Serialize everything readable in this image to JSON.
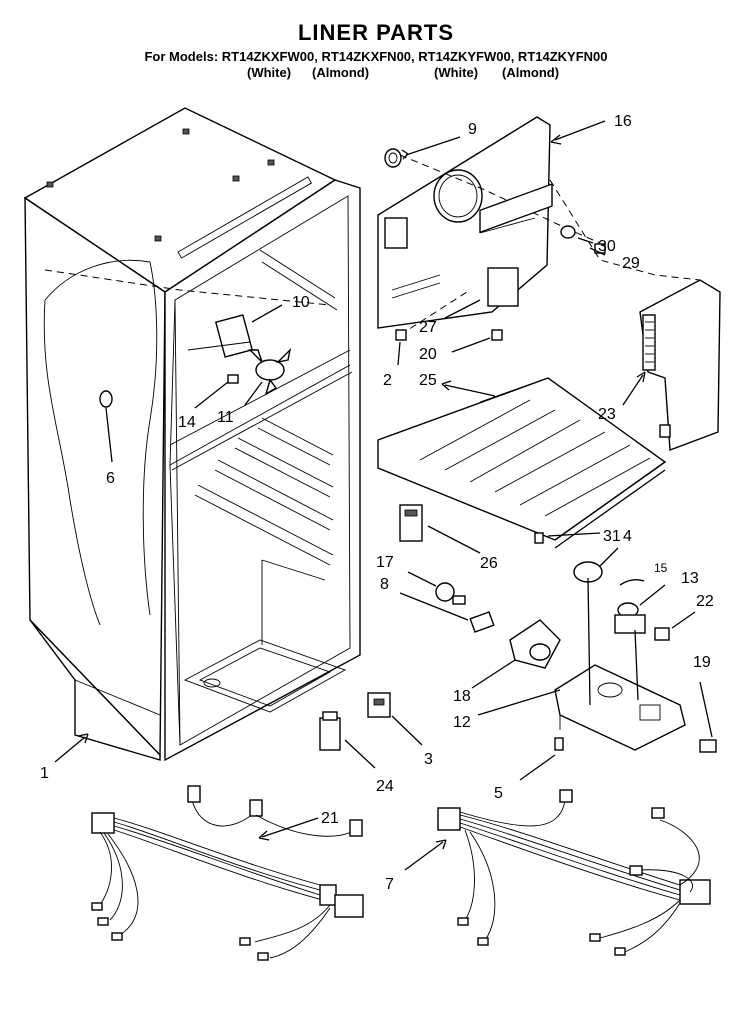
{
  "title": "LINER PARTS",
  "models_line": "For Models: RT14ZKXFW00, RT14ZKXFN00, RT14ZKYFW00, RT14ZKYFN00",
  "variants": [
    "(White)",
    "(Almond)",
    "(White)",
    "(Almond)"
  ],
  "callouts": {
    "c1": "1",
    "c2": "2",
    "c3": "3",
    "c4": "4",
    "c5": "5",
    "c6": "6",
    "c7": "7",
    "c8": "8",
    "c9": "9",
    "c10": "10",
    "c11": "11",
    "c12": "12",
    "c13": "13",
    "c14": "14",
    "c15": "15",
    "c16": "16",
    "c17": "17",
    "c18": "18",
    "c19": "19",
    "c20": "20",
    "c21": "21",
    "c22": "22",
    "c23": "23",
    "c24": "24",
    "c25": "25",
    "c26": "26",
    "c27": "27",
    "c29": "29",
    "c30": "30",
    "c31": "31"
  }
}
